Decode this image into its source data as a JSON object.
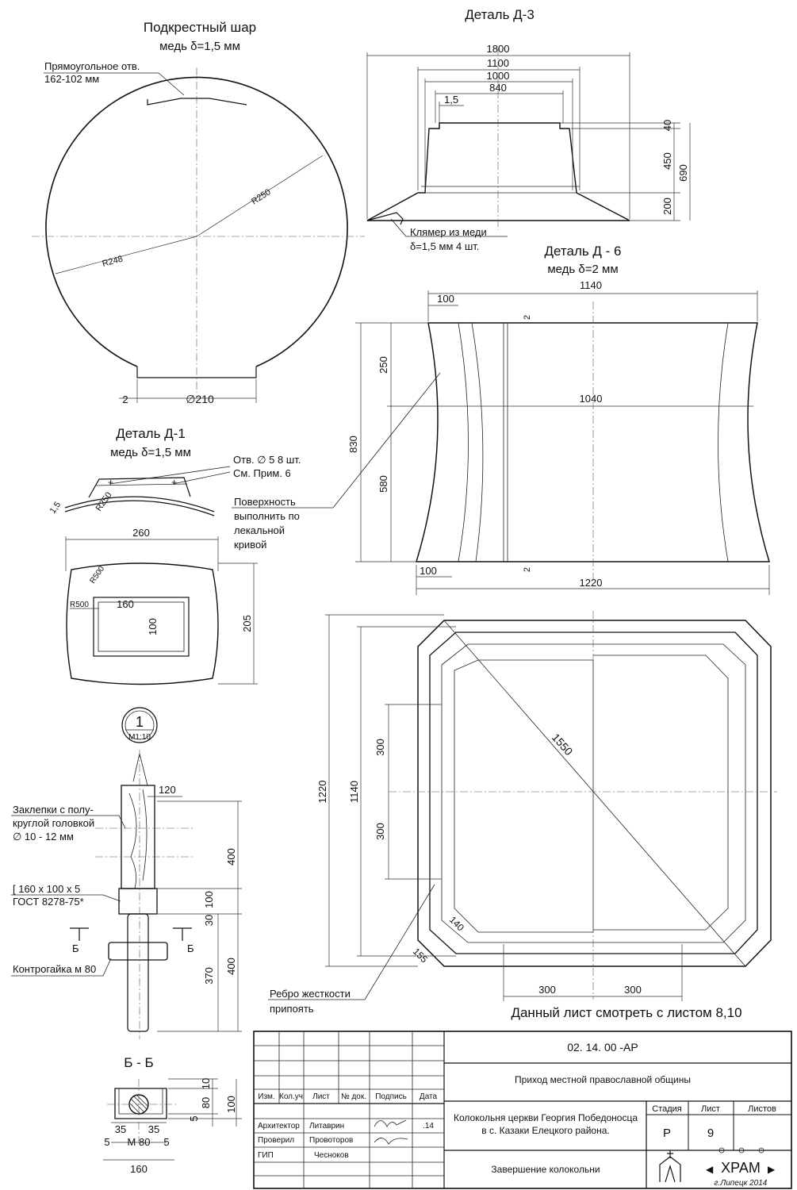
{
  "sphere": {
    "title": "Подкрестный шар",
    "material": "медь δ=1,5 мм",
    "hole_note_1": "Прямоугольное отв.",
    "hole_note_2": "162-102 мм",
    "r_outer": "R250",
    "r_inner": "R248",
    "dim_thk": "2",
    "dim_dia": "∅210"
  },
  "d3": {
    "title": "Деталь Д-3",
    "dims": [
      "1800",
      "1100",
      "1000",
      "840",
      "1,5",
      "40",
      "450",
      "200",
      "690"
    ],
    "clamp_1": "Клямер из меди",
    "clamp_2": "δ=1,5 мм 4 шт."
  },
  "d6": {
    "title": "Деталь Д - 6",
    "material": "медь δ=2 мм",
    "dims": [
      "1140",
      "100",
      "2",
      "250",
      "1040",
      "830",
      "580",
      "100",
      "2",
      "1220"
    ],
    "surface_1": "Поверхность",
    "surface_2": "выполнить по",
    "surface_3": "лекальной",
    "surface_4": "кривой"
  },
  "d1": {
    "title": "Деталь Д-1",
    "material": "медь δ=1,5 мм",
    "holes_1": "Отв. ∅ 5 8 шт.",
    "holes_2": "См. Прим. 6",
    "dim_thk": "1,5",
    "dim_r250": "R250",
    "dim_260": "260",
    "dim_r500a": "R500",
    "dim_r500b": "R500",
    "dim_160": "160",
    "dim_100": "100",
    "dim_205": "205"
  },
  "node1": {
    "number": "1",
    "scale": "М1:10",
    "rivets_1": "Заклепки с полу-",
    "rivets_2": "круглой головкой",
    "rivets_3": "∅ 10 - 12 мм",
    "channel_1": "[ 160 х 100 х 5",
    "channel_2": "ГОСТ 8278-75*",
    "nut": "Контрогайка м 80",
    "section_mark": "Б",
    "dims": [
      "120",
      "400",
      "100",
      "30",
      "400",
      "370"
    ]
  },
  "bb": {
    "title": "Б - Б",
    "dims": [
      "10",
      "80",
      "100",
      "5",
      "35",
      "35",
      "5",
      "М 80",
      "5",
      "160"
    ]
  },
  "plan": {
    "dims": [
      "1550",
      "1220",
      "1140",
      "300",
      "300",
      "140",
      "155",
      "300",
      "300"
    ],
    "rib_1": "Ребро жесткости",
    "rib_2": "припоять"
  },
  "note": "Данный лист смотреть с листом 8,10",
  "stamp": {
    "code": "02. 14. 00       -АР",
    "project": "Приход местной православной общины",
    "object_1": "Колокольня церкви Георгия Победоносца",
    "object_2": "в с. Казаки Елецкого района.",
    "sheet_name": "Завершение колокольни",
    "hdr": [
      "Изм.",
      "Кол.уч",
      "Лист",
      "№ док.",
      "Подпись",
      "Дата"
    ],
    "roles": [
      {
        "role": "Архитектор",
        "name": "Литаврин",
        "date": ".14"
      },
      {
        "role": "Проверил",
        "name": "Провоторов",
        "date": ""
      },
      {
        "role": "ГИП",
        "name": "Чесноков",
        "date": ""
      }
    ],
    "stage_h": "Стадия",
    "sheet_h": "Лист",
    "sheets_h": "Листов",
    "stage": "Р",
    "sheet": "9",
    "sheets": "",
    "org": "ХРАМ",
    "city": "г.Липецк 2014"
  }
}
